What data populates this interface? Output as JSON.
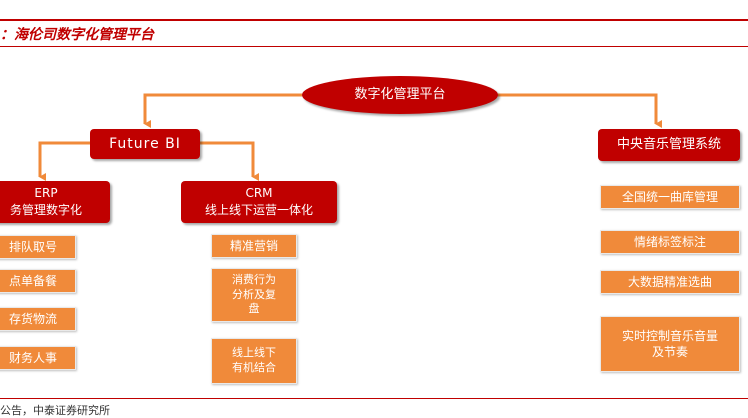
{
  "figure_title": "：海伦司数字化管理平台",
  "source": "公告，中泰证券研究所",
  "root": "数字化管理平台",
  "branches": {
    "future_bi": {
      "label": "Future BI",
      "children": {
        "erp": {
          "label": "ERP\n务管理数字化",
          "items": [
            "排队取号",
            "点单备餐",
            "存货物流",
            "财务人事"
          ]
        },
        "crm": {
          "label": "CRM\n线上线下运营一体化",
          "items": [
            "精准营销",
            "消费行为\n分析及复\n盘",
            "线上线下\n有机结合"
          ]
        }
      }
    },
    "music": {
      "label": "中央音乐管理系统",
      "items": [
        "全国统一曲库管理",
        "情绪标签标注",
        "大数据精准选曲",
        "实时控制音乐音量\n及节奏"
      ]
    }
  },
  "colors": {
    "primary_red": "#c00000",
    "orange": "#f08a3a",
    "connector": "#f08a3a"
  }
}
